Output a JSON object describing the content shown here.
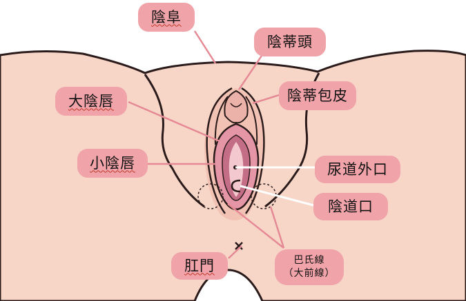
{
  "labels": {
    "mons_pubis": "陰阜",
    "clitoris_glans": "陰蒂頭",
    "clitoral_hood": "陰蒂包皮",
    "labia_majora": "大陰唇",
    "labia_minora": "小陰唇",
    "urethral_opening": "尿道外口",
    "vaginal_opening": "陰道口",
    "anus": "肛門",
    "bartholin_line1": "巴氏線",
    "bartholin_line2": "（大前線）"
  },
  "colors": {
    "label_fill": "#f0a3a8",
    "skin": "#f7d6c8",
    "outline": "#2a1a1a",
    "leader_line": "#e58a95",
    "inner_pink": "#e596a6",
    "deep_pink": "#c46d86"
  }
}
